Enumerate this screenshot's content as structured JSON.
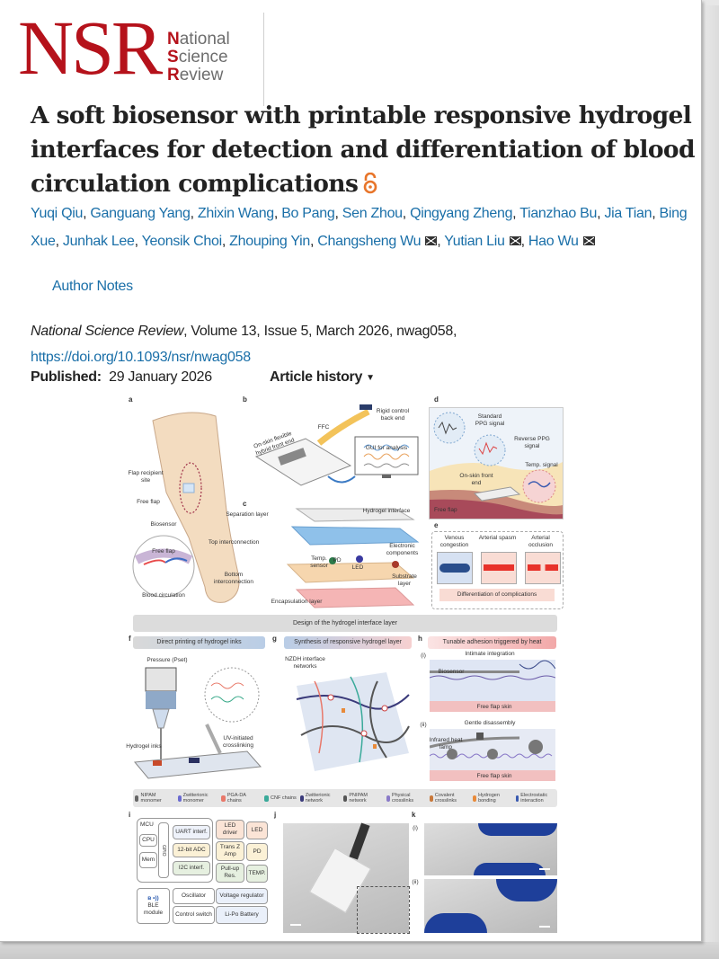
{
  "journal_logo": {
    "abbr": "NSR",
    "line1_initial": "N",
    "line1_rest": "ational",
    "line2_initial": "S",
    "line2_rest": "cience",
    "line3_initial": "R",
    "line3_rest": "eview"
  },
  "article": {
    "title": "A soft biosensor with printable responsive hydrogel interfaces for detection and differentiation of blood circulation complications",
    "open_access_icon": "open-access-icon",
    "authors": [
      {
        "name": "Yuqi Qiu",
        "corresponding": false
      },
      {
        "name": "Ganguang Yang",
        "corresponding": false
      },
      {
        "name": "Zhixin Wang",
        "corresponding": false
      },
      {
        "name": "Bo Pang",
        "corresponding": false
      },
      {
        "name": "Sen Zhou",
        "corresponding": false
      },
      {
        "name": "Qingyang Zheng",
        "corresponding": false
      },
      {
        "name": "Tianzhao Bu",
        "corresponding": false
      },
      {
        "name": "Jia Tian",
        "corresponding": false
      },
      {
        "name": "Bing Xue",
        "corresponding": false
      },
      {
        "name": "Junhak Lee",
        "corresponding": false
      },
      {
        "name": "Yeonsik Choi",
        "corresponding": false
      },
      {
        "name": "Zhouping Yin",
        "corresponding": false
      },
      {
        "name": "Changsheng Wu",
        "corresponding": true
      },
      {
        "name": "Yutian Liu",
        "corresponding": true
      },
      {
        "name": "Hao Wu",
        "corresponding": true
      }
    ],
    "author_notes_label": "Author Notes",
    "journal_name": "National Science Review",
    "citation_rest": ", Volume 13, Issue 5, March 2026, nwag058,",
    "doi": "https://doi.org/10.1093/nsr/nwag058",
    "published_label": "Published:",
    "published_date": "29 January 2026",
    "history_label": "Article history"
  },
  "figure": {
    "panels": {
      "a": {
        "label": "a",
        "texts": [
          "Flap recipient site",
          "Free flap",
          "Biosensor",
          "Free flap",
          "Blood circulation"
        ]
      },
      "b": {
        "label": "b",
        "texts": [
          "FFC",
          "Rigid control back end",
          "On-skin flexible hybrid front end",
          "GUI for analysis"
        ]
      },
      "c": {
        "label": "c",
        "texts": [
          "Separation layer",
          "Hydrogel interface",
          "Top interconnection",
          "Electronic components",
          "Temp. sensor",
          "PD",
          "LED",
          "Bottom interconnection",
          "Substrate layer",
          "Encapsulation layer"
        ]
      },
      "d": {
        "label": "d",
        "texts": [
          "Standard PPG signal",
          "Reverse PPG signal",
          "Temp. signal",
          "On-skin front end",
          "Free flap"
        ]
      },
      "e": {
        "label": "e",
        "texts": [
          "Venous congestion",
          "Arterial spasm",
          "Arterial occlusion",
          "Differentiation of complications"
        ]
      },
      "design_banner": "Design of the hydrogel interface layer",
      "f": {
        "label": "f",
        "banner": "Direct printing of hydrogel inks",
        "texts": [
          "Pressure (Pset)",
          "Hydrogel inks",
          "UV-initiated crosslinking"
        ]
      },
      "g": {
        "label": "g",
        "banner": "Synthesis of responsive hydrogel layer",
        "texts": [
          "NZDH interface networks"
        ]
      },
      "h": {
        "label": "h",
        "banner": "Tunable adhesion triggered by heat",
        "texts": [
          "(i)",
          "Intimate integration",
          "Biosensor",
          "Free flap skin",
          "(ii)",
          "Gentle disassembly",
          "Infrared heat lamp",
          "Free flap skin"
        ]
      },
      "legend": [
        "NIPAM monomer",
        "Zwitterionic monomer",
        "PGA-DA chains",
        "CNF chains",
        "Zwitterionic network",
        "PNIPAM network",
        "Physical crosslinks",
        "Covalent crosslinks",
        "Hydrogen bonding",
        "Electrostatic interaction"
      ],
      "i": {
        "label": "i",
        "blocks": [
          "MCU",
          "CPU",
          "Mem",
          "GPIO",
          "UART interf.",
          "12-bit ADC",
          "I2C interf.",
          "LED driver",
          "Trans Z Amp",
          "Pull-up Res.",
          "LED",
          "PD",
          "TEMP.",
          "BLE module",
          "Oscillator",
          "Control switch",
          "Voltage regulator",
          "Li-Po Battery"
        ]
      },
      "j": {
        "label": "j"
      },
      "k": {
        "label": "k",
        "sub": [
          "(i)",
          "(ii)"
        ]
      }
    }
  },
  "colors": {
    "brand_red": "#b5121b",
    "link_blue": "#1a6fa8",
    "open_access_orange": "#e8752a"
  }
}
